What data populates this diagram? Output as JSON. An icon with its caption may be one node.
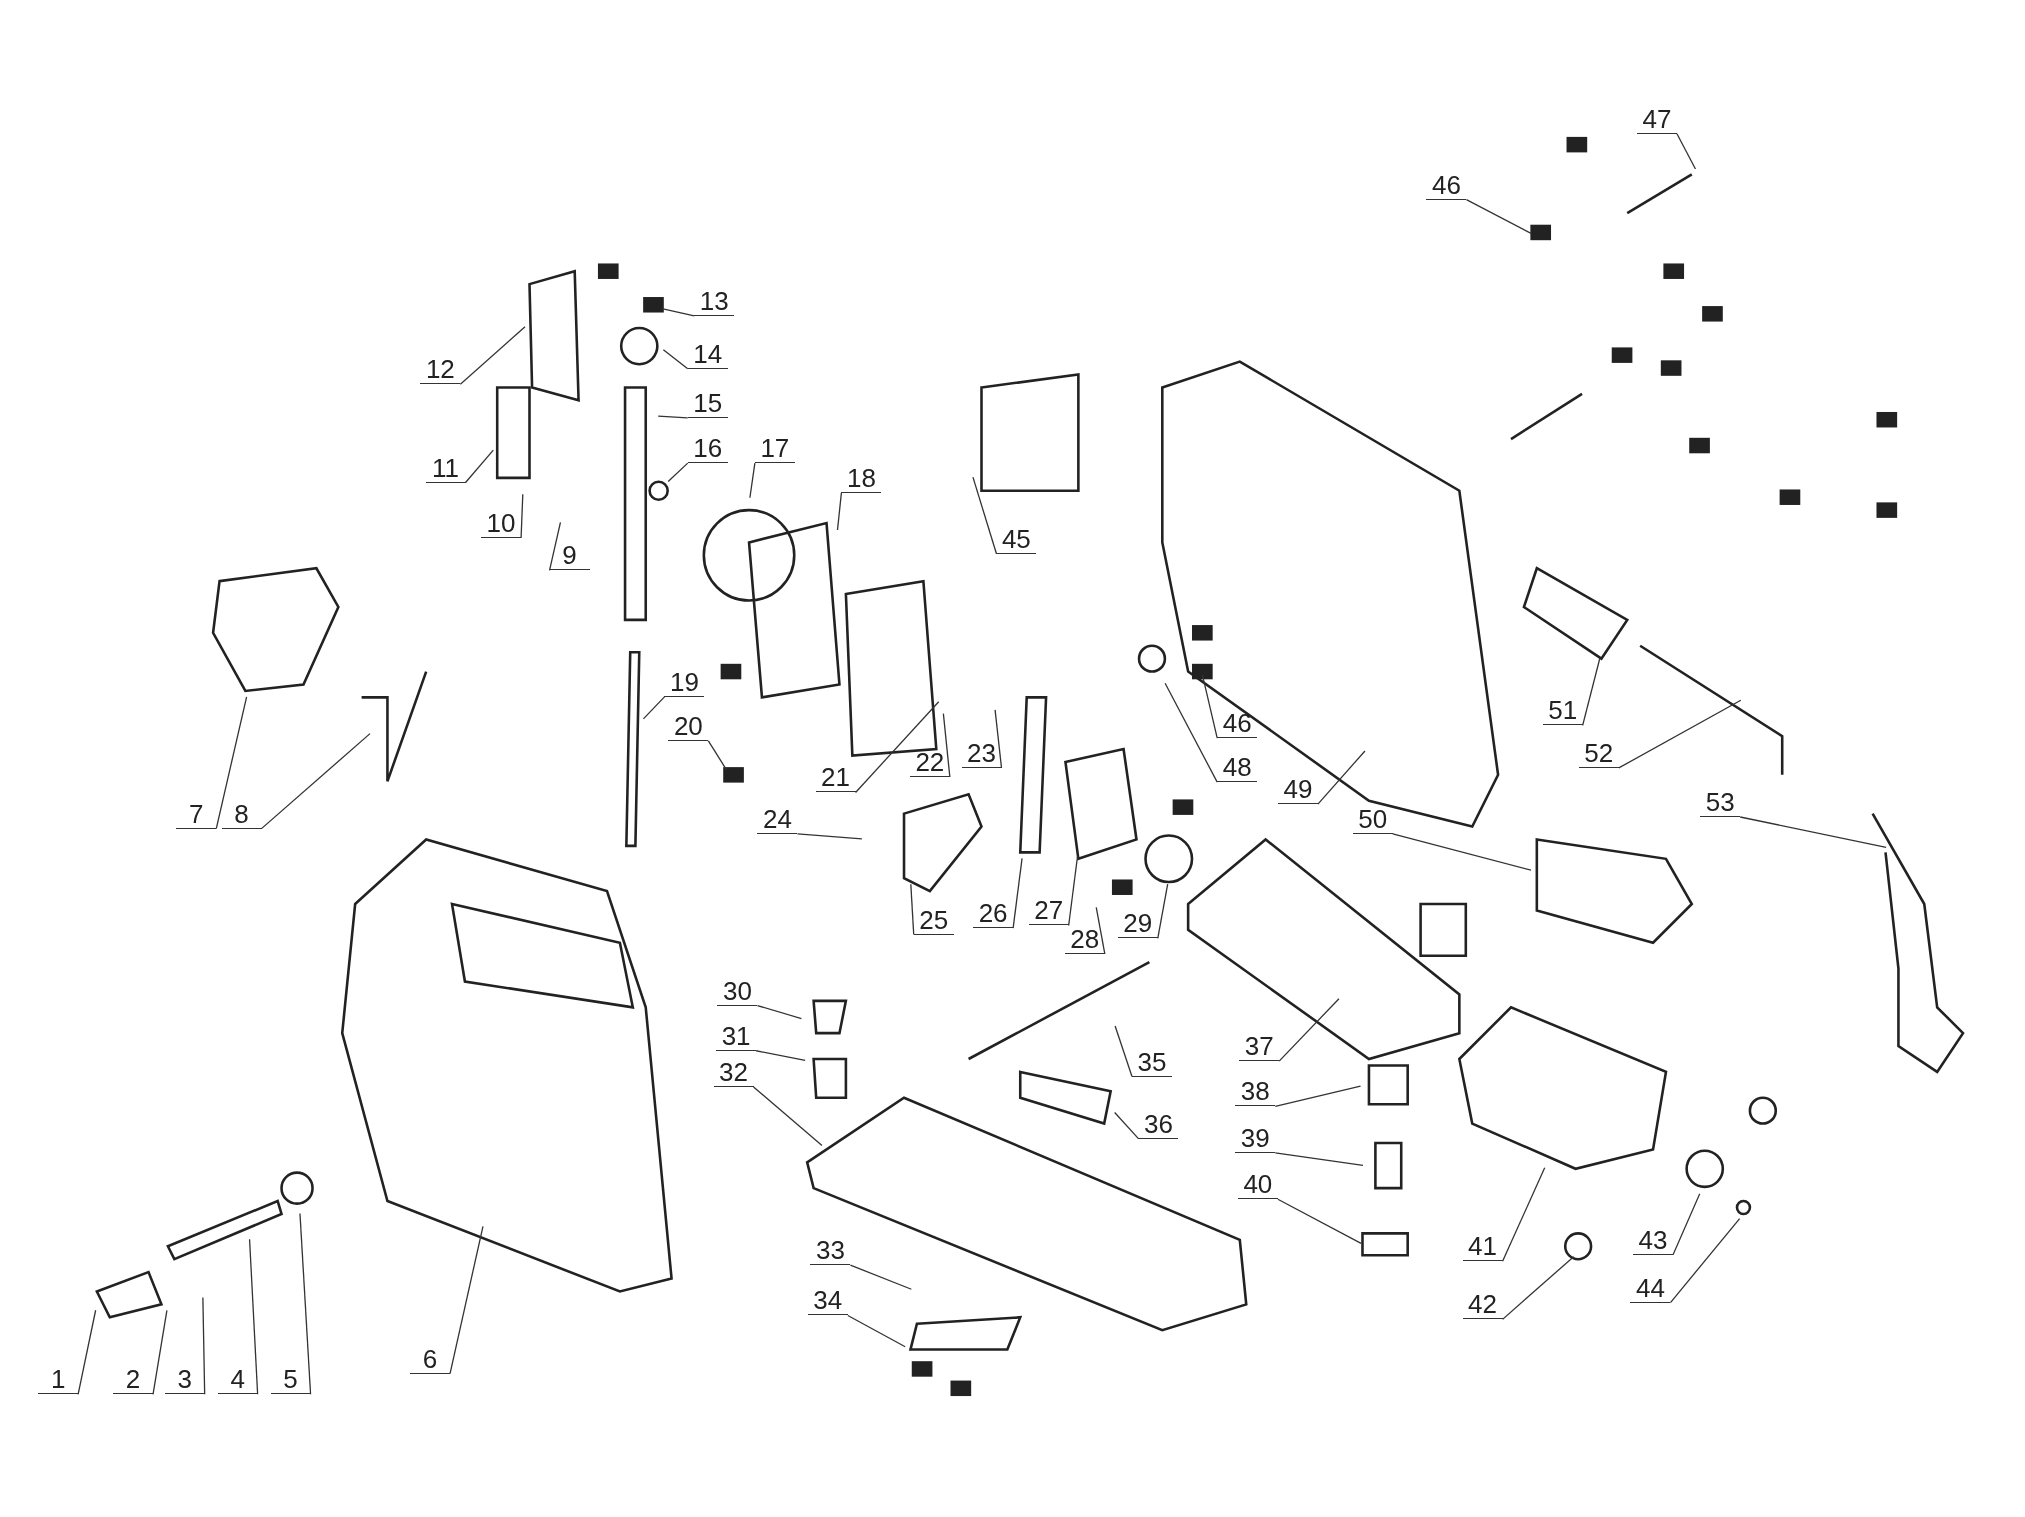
{
  "diagram": {
    "nodes": [
      {
        "text": [
          "1"
        ]
      },
      {
        "text": [
          "2"
        ]
      },
      {
        "text": [
          "3"
        ]
      },
      {
        "text": [
          "4"
        ]
      },
      {
        "text": [
          "5"
        ]
      },
      {
        "text": [
          "6"
        ]
      },
      {
        "text": [
          "7"
        ]
      },
      {
        "text": [
          "8"
        ]
      },
      {
        "text": [
          "9"
        ]
      },
      {
        "text": [
          "10"
        ]
      },
      {
        "text": [
          "11"
        ]
      },
      {
        "text": [
          "12"
        ]
      },
      {
        "text": [
          "13"
        ]
      },
      {
        "text": [
          "14"
        ]
      },
      {
        "text": [
          "15"
        ]
      },
      {
        "text": [
          "16"
        ]
      },
      {
        "text": [
          "17"
        ]
      },
      {
        "text": [
          "18"
        ]
      },
      {
        "text": [
          "19"
        ]
      },
      {
        "text": [
          "20"
        ]
      },
      {
        "text": [
          "21"
        ]
      },
      {
        "text": [
          "22"
        ]
      },
      {
        "text": [
          "23"
        ]
      },
      {
        "text": [
          "24"
        ]
      },
      {
        "text": [
          "25"
        ]
      },
      {
        "text": [
          "26"
        ]
      },
      {
        "text": [
          "27"
        ]
      },
      {
        "text": [
          "28"
        ]
      },
      {
        "text": [
          "29"
        ]
      },
      {
        "text": [
          "30"
        ]
      },
      {
        "text": [
          "31"
        ]
      },
      {
        "text": [
          "32"
        ]
      },
      {
        "text": [
          "33"
        ]
      },
      {
        "text": [
          "34"
        ]
      },
      {
        "text": [
          "35"
        ]
      },
      {
        "text": [
          "36"
        ]
      },
      {
        "text": [
          "37"
        ]
      },
      {
        "text": [
          "38"
        ]
      },
      {
        "text": [
          "39"
        ]
      },
      {
        "text": [
          "40"
        ]
      },
      {
        "text": [
          "41"
        ]
      },
      {
        "text": [
          "42"
        ]
      },
      {
        "text": [
          "43"
        ]
      },
      {
        "text": [
          "44"
        ]
      },
      {
        "text": [
          "45"
        ]
      },
      {
        "text": [
          "46"
        ]
      },
      {
        "text": [
          "46"
        ]
      },
      {
        "text": [
          "47"
        ]
      },
      {
        "text": [
          "48"
        ]
      },
      {
        "text": [
          "49"
        ]
      },
      {
        "text": [
          "50"
        ]
      },
      {
        "text": [
          "51"
        ]
      },
      {
        "text": [
          "52"
        ]
      },
      {
        "text": [
          "53"
        ]
      }
    ],
    "edges": [
      {
        "from": 0,
        "to": null,
        "arrow": "none"
      },
      {
        "from": 1,
        "to": null,
        "arrow": "none"
      },
      {
        "from": 2,
        "to": null,
        "arrow": "none"
      },
      {
        "from": 3,
        "to": null,
        "arrow": "none"
      },
      {
        "from": 4,
        "to": null,
        "arrow": "none"
      },
      {
        "from": 5,
        "to": null,
        "arrow": "none"
      },
      {
        "from": 6,
        "to": null,
        "arrow": "none"
      },
      {
        "from": 7,
        "to": null,
        "arrow": "none"
      },
      {
        "from": 8,
        "to": null,
        "arrow": "none"
      },
      {
        "from": 9,
        "to": null,
        "arrow": "none"
      },
      {
        "from": 10,
        "to": null,
        "arrow": "none"
      },
      {
        "from": 11,
        "to": null,
        "arrow": "none"
      },
      {
        "from": 12,
        "to": null,
        "arrow": "none"
      },
      {
        "from": 13,
        "to": null,
        "arrow": "none"
      },
      {
        "from": 14,
        "to": null,
        "arrow": "none"
      },
      {
        "from": 15,
        "to": null,
        "arrow": "none"
      },
      {
        "from": 16,
        "to": null,
        "arrow": "none"
      },
      {
        "from": 17,
        "to": null,
        "arrow": "none"
      },
      {
        "from": 18,
        "to": null,
        "arrow": "none"
      },
      {
        "from": 19,
        "to": null,
        "arrow": "none"
      },
      {
        "from": 20,
        "to": null,
        "arrow": "none"
      },
      {
        "from": 21,
        "to": null,
        "arrow": "none"
      },
      {
        "from": 22,
        "to": null,
        "arrow": "none"
      },
      {
        "from": 23,
        "to": null,
        "arrow": "none"
      },
      {
        "from": 24,
        "to": null,
        "arrow": "none"
      },
      {
        "from": 25,
        "to": null,
        "arrow": "none"
      },
      {
        "from": 26,
        "to": null,
        "arrow": "none"
      },
      {
        "from": 27,
        "to": null,
        "arrow": "none"
      },
      {
        "from": 28,
        "to": null,
        "arrow": "none"
      },
      {
        "from": 29,
        "to": null,
        "arrow": "none"
      },
      {
        "from": 30,
        "to": null,
        "arrow": "none"
      },
      {
        "from": 31,
        "to": null,
        "arrow": "none"
      },
      {
        "from": 32,
        "to": null,
        "arrow": "none"
      },
      {
        "from": 33,
        "to": null,
        "arrow": "none"
      },
      {
        "from": 34,
        "to": null,
        "arrow": "none"
      },
      {
        "from": 35,
        "to": null,
        "arrow": "none"
      },
      {
        "from": 36,
        "to": null,
        "arrow": "none"
      },
      {
        "from": 37,
        "to": null,
        "arrow": "none"
      },
      {
        "from": 38,
        "to": null,
        "arrow": "none"
      },
      {
        "from": 39,
        "to": null,
        "arrow": "none"
      },
      {
        "from": 40,
        "to": null,
        "arrow": "none"
      },
      {
        "from": 41,
        "to": null,
        "arrow": "none"
      },
      {
        "from": 42,
        "to": null,
        "arrow": "none"
      },
      {
        "from": 43,
        "to": null,
        "arrow": "none"
      },
      {
        "from": 44,
        "to": null,
        "arrow": "none"
      },
      {
        "from": 45,
        "to": null,
        "arrow": "none"
      },
      {
        "from": 46,
        "to": null,
        "arrow": "none"
      },
      {
        "from": 47,
        "to": null,
        "arrow": "none"
      },
      {
        "from": 48,
        "to": null,
        "arrow": "none"
      },
      {
        "from": 49,
        "to": null,
        "arrow": "none"
      },
      {
        "from": 50,
        "to": null,
        "arrow": "none"
      },
      {
        "from": 51,
        "to": null,
        "arrow": "none"
      },
      {
        "from": 52,
        "to": null,
        "arrow": "none"
      },
      {
        "from": 53,
        "to": null,
        "arrow": "none"
      }
    ]
  }
}
